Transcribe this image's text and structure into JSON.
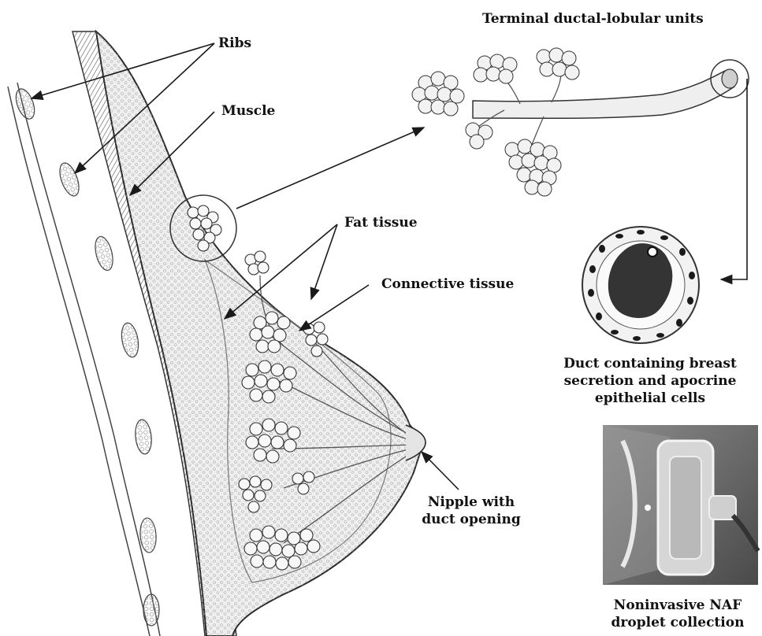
{
  "labels": {
    "ribs": "Ribs",
    "muscle": "Muscle",
    "tdlu": "Terminal ductal-lobular units",
    "fat": "Fat tissue",
    "connective": "Connective tissue",
    "nipple_line1": "Nipple with",
    "nipple_line2": "duct opening",
    "duct_line1": "Duct containing breast",
    "duct_line2": "secretion and apocrine",
    "duct_line3": "epithelial cells",
    "naf_line1": "Noninvasive NAF",
    "naf_line2": "droplet collection"
  },
  "colors": {
    "ink": "#2a2a2a",
    "tissue_fill": "#ececec",
    "lobule_fill": "#f4f4f4",
    "device_bg": "#6d6d6d"
  }
}
